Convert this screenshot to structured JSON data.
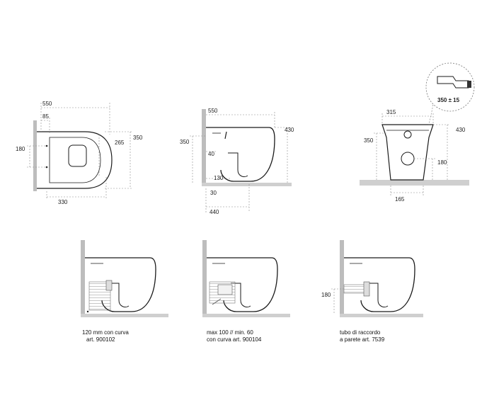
{
  "colors": {
    "line": "#1a1a1a",
    "dim": "#8a8a8a",
    "wall": "#bdbdbd",
    "floor": "#cfcfcf"
  },
  "views": {
    "top": {
      "d550": "550",
      "d85": "85",
      "d180": "180",
      "d350": "350",
      "d265": "265",
      "d330": "330"
    },
    "side": {
      "d550": "550",
      "d430": "430",
      "d350": "350",
      "d40": "40",
      "d130": "130",
      "d30": "30",
      "d440": "440"
    },
    "front": {
      "d315": "315",
      "d430": "430",
      "d350": "350",
      "d180": "180",
      "d165": "165",
      "detail": "350 ± 15"
    }
  },
  "captions": {
    "c1_line1": "120 mm con curva",
    "c1_line2": "art. 900102",
    "c2_line1": "max 100 // min. 60",
    "c2_line2": "con curva art. 900104",
    "c3_line1": "tubo di raccordo",
    "c3_line2": "a parete art. 7539",
    "c3_dim": "180"
  }
}
